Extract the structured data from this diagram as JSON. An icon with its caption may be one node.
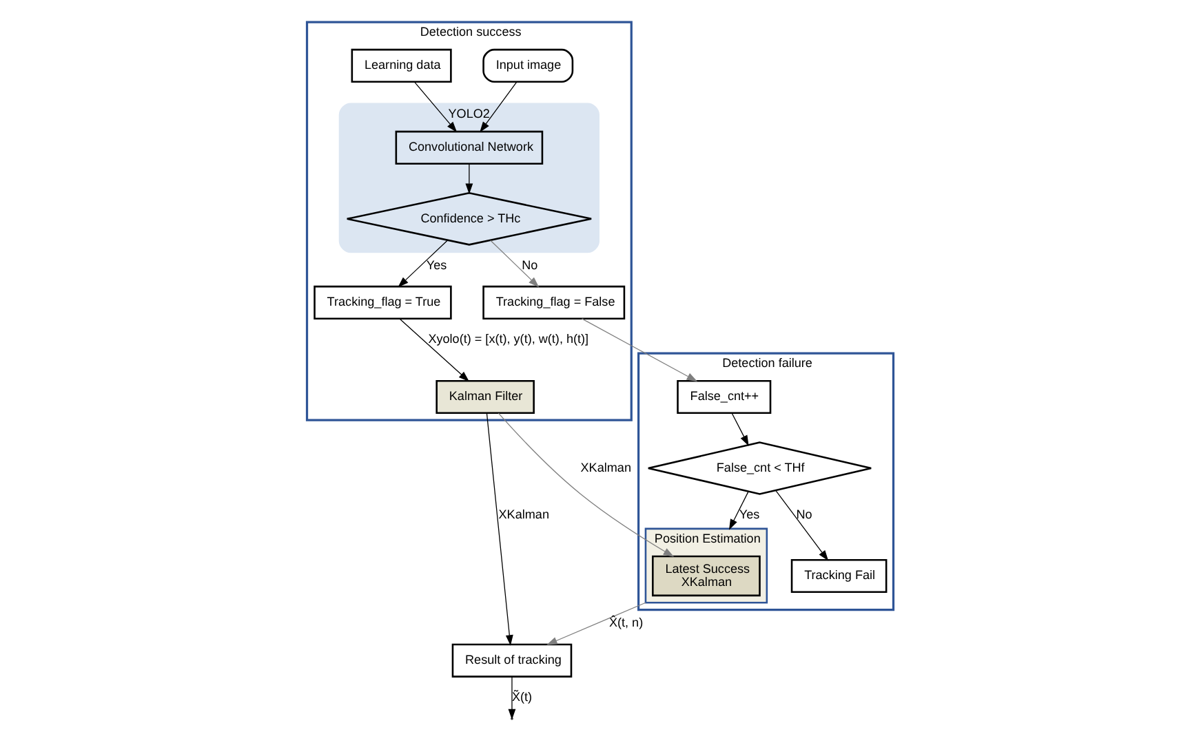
{
  "diagram": {
    "nodes": [
      {
        "text": [
          "Detection success"
        ]
      },
      {
        "text": [
          "Detection failure"
        ]
      },
      {
        "text": [
          "Input image"
        ],
        "in": 0
      },
      {
        "text": [
          "Learning data"
        ],
        "in": 0
      },
      {
        "text": [
          "YOLO2"
        ],
        "in": 0
      },
      {
        "text": [
          "Convolutional Network"
        ],
        "in": 4
      },
      {
        "text": [
          "Confidence > THc"
        ],
        "in": 4
      },
      {
        "text": [
          "Tracking_flag = False"
        ],
        "in": 0
      },
      {
        "text": [
          "Tracking_flag = True"
        ],
        "in": 0
      },
      {
        "text": [
          "Kalman Filter"
        ],
        "in": 0
      },
      {
        "text": [
          "False_cnt++"
        ],
        "in": 1
      },
      {
        "text": [
          "False_cnt < THf"
        ],
        "in": 1
      },
      {
        "text": [
          "Tracking Fail"
        ],
        "in": 1
      },
      {
        "text": [
          "Position Estimation"
        ],
        "in": 1
      },
      {
        "text": [
          "Latest Success",
          "XKalman"
        ],
        "in": 13
      },
      {
        "text": [
          "Result of tracking"
        ]
      }
    ],
    "edges": [
      {
        "from": 2,
        "to": 5,
        "arrow": "to"
      },
      {
        "from": 3,
        "to": 5,
        "arrow": "to"
      },
      {
        "from": 5,
        "to": 6,
        "arrow": "to"
      },
      {
        "from": 6,
        "to": 7,
        "arrow": "to",
        "label": "No",
        "color": "#7f7f7f"
      },
      {
        "from": 6,
        "to": 8,
        "arrow": "to",
        "label": "Yes"
      },
      {
        "from": 8,
        "to": 9,
        "arrow": "to",
        "label": "Xyolo(t) = [x(t), y(t), w(t), h(t)]"
      },
      {
        "from": 9,
        "to": 14,
        "arrow": "to",
        "label": "XKalman",
        "color": "#7f7f7f"
      },
      {
        "from": 9,
        "to": 15,
        "arrow": "to",
        "label": "XKalman"
      },
      {
        "from": 7,
        "to": 10,
        "arrow": "to",
        "color": "#7f7f7f"
      },
      {
        "from": 10,
        "to": 11,
        "arrow": "to"
      },
      {
        "from": 11,
        "to": 12,
        "arrow": "to",
        "label": "No"
      },
      {
        "from": 11,
        "to": 13,
        "arrow": "to",
        "label": "Yes"
      },
      {
        "from": 13,
        "to": 15,
        "arrow": "to",
        "label": "X̂(t, n)",
        "color": "#7f7f7f"
      },
      {
        "from": 15,
        "to": null,
        "arrow": "to",
        "label": "X̃(t)"
      }
    ]
  }
}
